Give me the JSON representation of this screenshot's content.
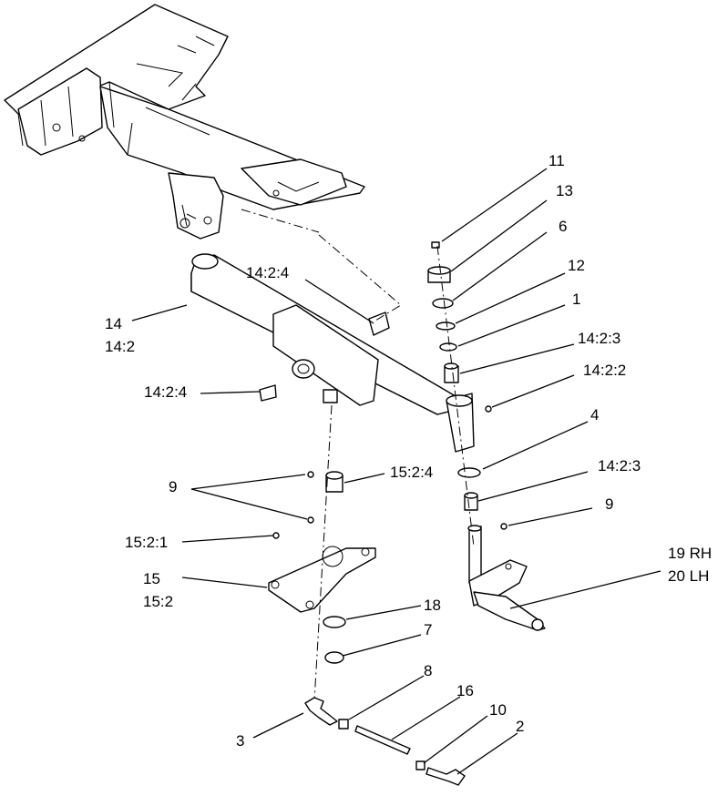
{
  "labels": {
    "l11": "11",
    "l13": "13",
    "l6": "6",
    "l12": "12",
    "l1": "1",
    "l14_2_3_a": "14:2:3",
    "l14_2_2": "14:2:2",
    "l4": "4",
    "l14_2_3_b": "14:2:3",
    "l9_right": "9",
    "l19": "19 RH",
    "l20": "20 LH",
    "l14": "14",
    "l14_2": "14:2",
    "l14_2_4_top": "14:2:4",
    "l14_2_4_left": "14:2:4",
    "l9_left": "9",
    "l15_2_4": "15:2:4",
    "l15_2_1": "15:2:1",
    "l15": "15",
    "l15_2": "15:2",
    "l18": "18",
    "l7": "7",
    "l8": "8",
    "l16": "16",
    "l10": "10",
    "l2": "2",
    "l3": "3"
  }
}
